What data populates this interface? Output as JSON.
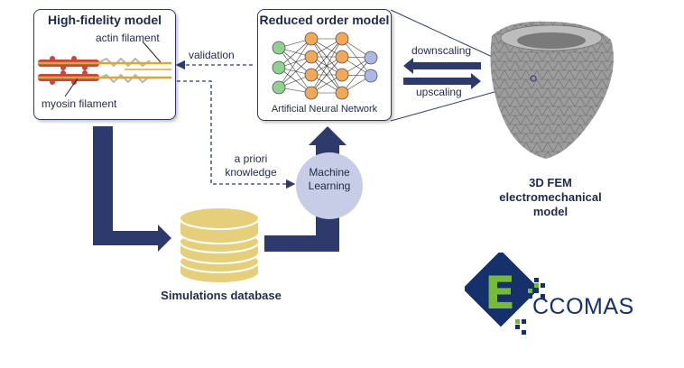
{
  "hifi": {
    "title": "High-fidelity model",
    "actin_label": "actin filament",
    "myosin_label": "myosin filament"
  },
  "rom": {
    "title": "Reduced order model",
    "ann_label": "Artificial Neural Network"
  },
  "arrows": {
    "validation": "validation",
    "downscaling": "downscaling",
    "upscaling": "upscaling",
    "apriori_line1": "a priori",
    "apriori_line2": "knowledge"
  },
  "ml": {
    "line1": "Machine",
    "line2": "Learning"
  },
  "database": {
    "label": "Simulations database"
  },
  "fem": {
    "line1": "3D FEM",
    "line2": "electromechanical",
    "line3": "model"
  },
  "logo": {
    "text": "CCOMAS",
    "letter": "E"
  },
  "colors": {
    "navy": "#2d3a6b",
    "db_gold": "#e6cf7b",
    "ml_circle": "#c7cde6",
    "ann_input": "#8fd18f",
    "ann_hidden": "#f3a857",
    "ann_output": "#aab8e6",
    "logo_green": "#79b93a",
    "logo_navy": "#16306b"
  }
}
